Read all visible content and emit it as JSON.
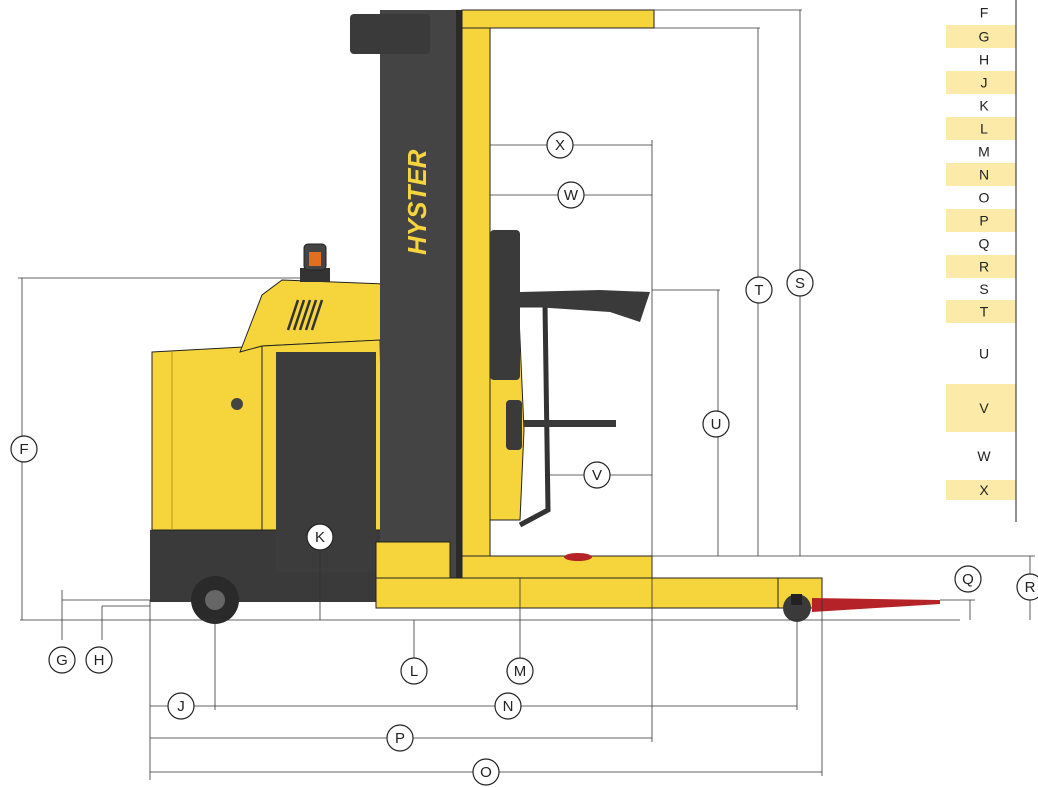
{
  "colors": {
    "body_yellow": "#F5D53B",
    "body_yellow_dark": "#D9B61E",
    "chassis_dark": "#3A3A3A",
    "mast_dark": "#444444",
    "fork_red": "#B52228",
    "legend_highlight": "#FCEBA8"
  },
  "mast_brand": "HYSTER",
  "legend_rows": [
    {
      "letter": "F",
      "shaded": false
    },
    {
      "letter": "G",
      "shaded": true
    },
    {
      "letter": "H",
      "shaded": false
    },
    {
      "letter": "J",
      "shaded": true
    },
    {
      "letter": "K",
      "shaded": false
    },
    {
      "letter": "L",
      "shaded": true
    },
    {
      "letter": "M",
      "shaded": false
    },
    {
      "letter": "N",
      "shaded": true
    },
    {
      "letter": "O",
      "shaded": false
    },
    {
      "letter": "P",
      "shaded": true
    },
    {
      "letter": "Q",
      "shaded": false
    },
    {
      "letter": "R",
      "shaded": true
    },
    {
      "letter": "S",
      "shaded": false
    },
    {
      "letter": "T",
      "shaded": true
    },
    {
      "letter": "U",
      "shaded": false
    },
    {
      "letter": "V",
      "shaded": true
    },
    {
      "letter": "W",
      "shaded": false
    },
    {
      "letter": "X",
      "shaded": true
    }
  ],
  "callouts": {
    "F": "F",
    "G": "G",
    "H": "H",
    "J": "J",
    "K": "K",
    "L": "L",
    "M": "M",
    "N": "N",
    "O": "O",
    "P": "P",
    "Q": "Q",
    "R": "R",
    "S": "S",
    "T": "T",
    "U": "U",
    "V": "V",
    "W": "W",
    "X": "X"
  }
}
